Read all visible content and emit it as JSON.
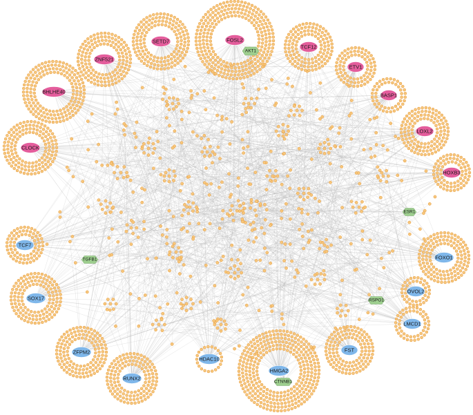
{
  "colors": {
    "leaf_fill": "#f6c77d",
    "leaf_stroke": "#e89a3a",
    "edge": "#b5b5b5",
    "pink_hub": "#e45d9c",
    "blue_hub": "#7fb7ea",
    "green_hub": "#9ecf8f"
  },
  "hubs": [
    {
      "id": "setd7",
      "label": "SETD7",
      "group": "pink"
    },
    {
      "id": "fosl2",
      "label": "FOSL2",
      "group": "pink"
    },
    {
      "id": "akt1",
      "label": "AKT1",
      "group": "green"
    },
    {
      "id": "tcf12",
      "label": "TCF12",
      "group": "pink"
    },
    {
      "id": "znf521",
      "label": "ZNF521",
      "group": "pink"
    },
    {
      "id": "etv1",
      "label": "ETV1",
      "group": "pink"
    },
    {
      "id": "bhlhe40",
      "label": "BHLHE40",
      "group": "pink"
    },
    {
      "id": "basp1",
      "label": "BASP1",
      "group": "pink"
    },
    {
      "id": "clock",
      "label": "CLOCK",
      "group": "pink"
    },
    {
      "id": "loxl2",
      "label": "LOXL2",
      "group": "pink"
    },
    {
      "id": "hoxb3",
      "label": "HOXB3",
      "group": "pink"
    },
    {
      "id": "esr1",
      "label": "ESR1",
      "group": "green"
    },
    {
      "id": "tcf7",
      "label": "TCF7",
      "group": "blue"
    },
    {
      "id": "tgfb1",
      "label": "TGFB1",
      "group": "green"
    },
    {
      "id": "foxo1",
      "label": "FOXO1",
      "group": "blue"
    },
    {
      "id": "sox17",
      "label": "SOX17",
      "group": "blue"
    },
    {
      "id": "rspo1",
      "label": "RSPO1",
      "group": "green"
    },
    {
      "id": "ovol2",
      "label": "OVOL2",
      "group": "blue"
    },
    {
      "id": "lmcd1",
      "label": "LMCD1",
      "group": "blue"
    },
    {
      "id": "zfpm2",
      "label": "ZFPM2",
      "group": "blue"
    },
    {
      "id": "fst",
      "label": "FST",
      "group": "blue"
    },
    {
      "id": "hdac10",
      "label": "HDAC10",
      "group": "blue"
    },
    {
      "id": "runx2",
      "label": "RUNX2",
      "group": "blue"
    },
    {
      "id": "hmga2",
      "label": "HMGA2",
      "group": "blue"
    },
    {
      "id": "ctnnb1",
      "label": "CTNNB1",
      "group": "green"
    }
  ]
}
